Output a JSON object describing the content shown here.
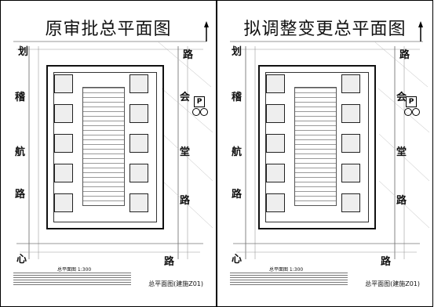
{
  "panels": {
    "left": {
      "title": "原审批总平面图",
      "sheet": "总平面图(建施Z01)"
    },
    "right": {
      "title": "拟调整变更总平面图",
      "sheet": "总平面图(建施Z01)"
    }
  },
  "roads": {
    "left_top": "划",
    "left_mid1": "稽",
    "left_mid2": "航",
    "left_mid3": "路",
    "right_top": "路",
    "right_mid1": "会",
    "right_mid2": "堂",
    "right_mid3": "路",
    "bottom_left": "心",
    "bottom_right": "路"
  },
  "symbols": {
    "parking": "P"
  },
  "caption": "总平面图 1:300"
}
